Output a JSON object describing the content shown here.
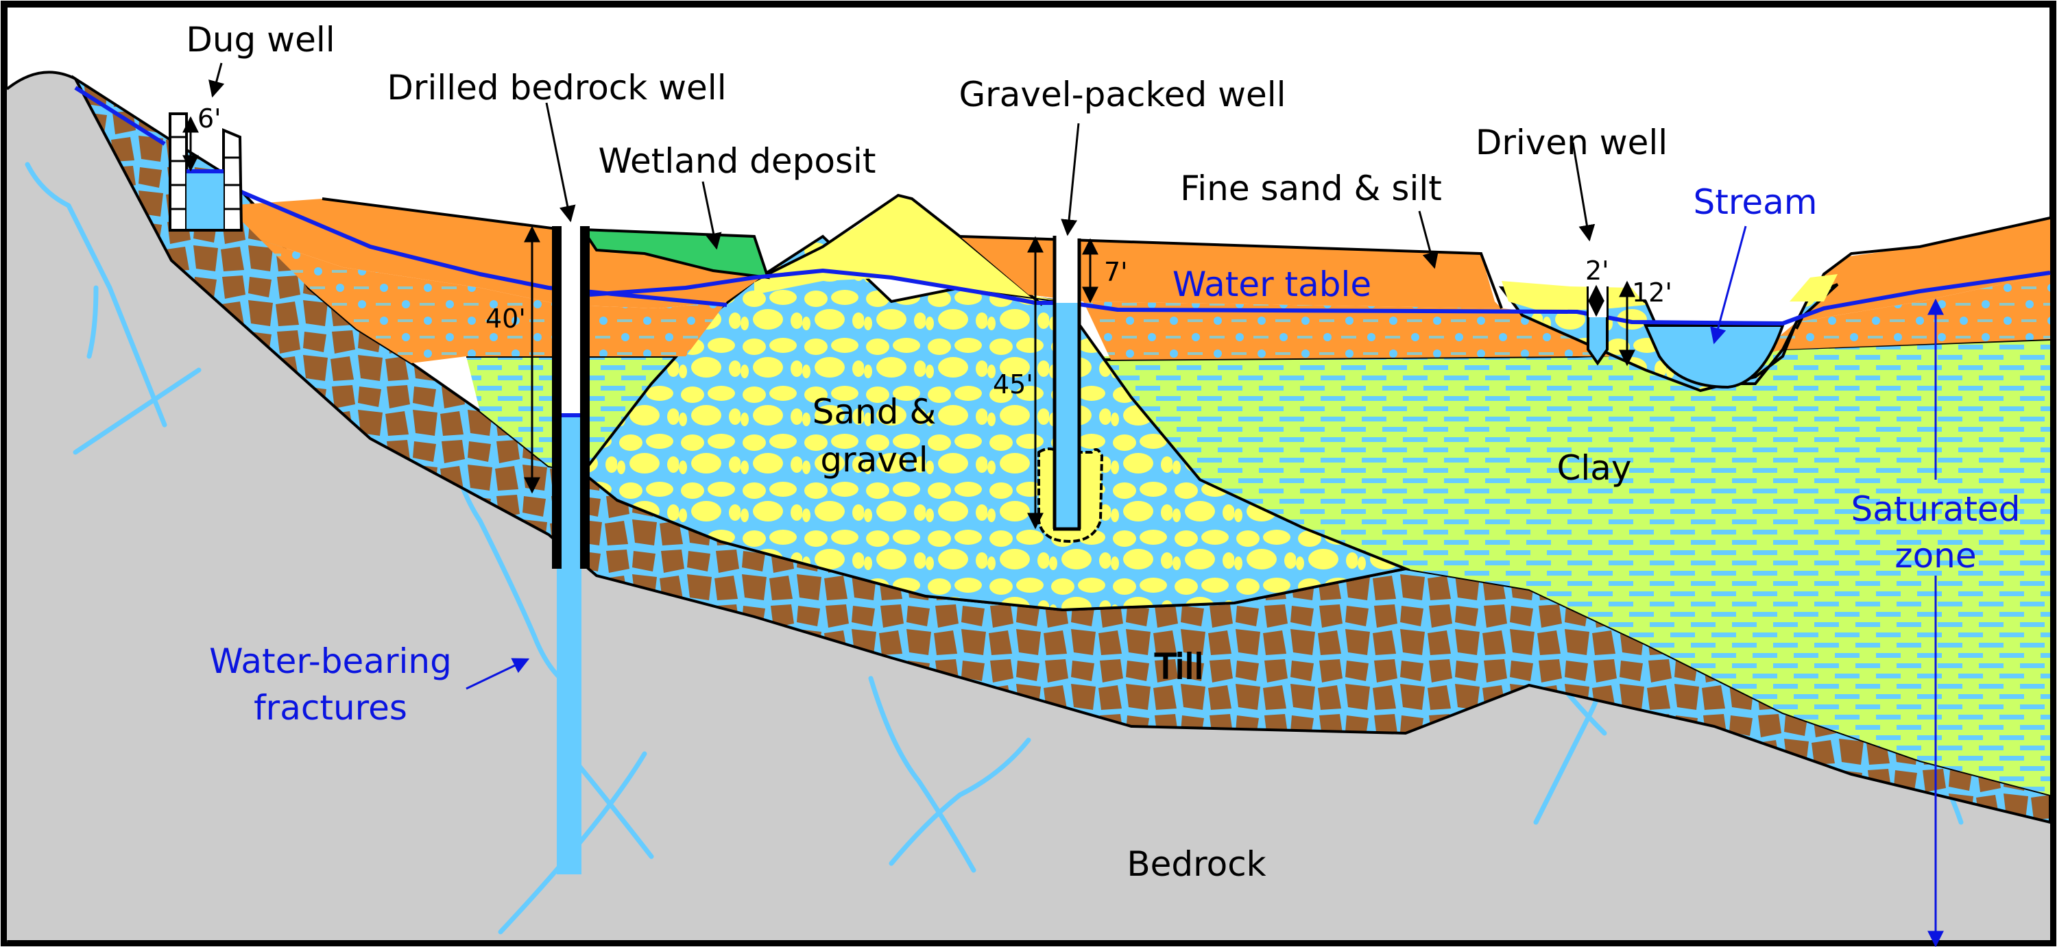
{
  "title": "Groundwater wells cross-section",
  "colors": {
    "bedrock": "#cccccc",
    "till": "#9a5f2c",
    "water": "#66ccff",
    "fine_sand_silt": "#ff9933",
    "wetland": "#33cc66",
    "sand_gravel": "#ffff66",
    "clay": "#ccff66",
    "water_table": "#1020e8",
    "blue_label": "#0a14e0"
  },
  "labels": {
    "dug_well": "Dug well",
    "drilled_bedrock_well": "Drilled bedrock well",
    "wetland_deposit": "Wetland deposit",
    "gravel_packed_well": "Gravel-packed well",
    "fine_sand_silt": "Fine sand & silt",
    "driven_well": "Driven well",
    "stream": "Stream",
    "water_table": "Water table",
    "sand_gravel_line1": "Sand &",
    "sand_gravel_line2": "gravel",
    "clay": "Clay",
    "saturated_zone_line1": "Saturated",
    "saturated_zone_line2": "zone",
    "water_bearing_line1": "Water-bearing",
    "water_bearing_line2": "fractures",
    "till": "Till",
    "bedrock": "Bedrock"
  },
  "depths": {
    "dug_well_water": "6'",
    "drilled_well_casing": "40'",
    "gravel_packed_water": "7'",
    "gravel_packed_total": "45'",
    "driven_well_water": "2'",
    "driven_well_total": "12'"
  }
}
